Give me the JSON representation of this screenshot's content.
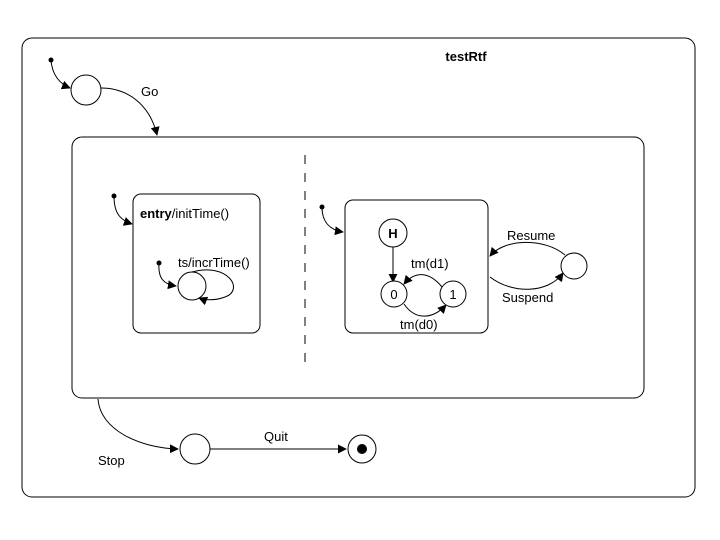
{
  "chart": {
    "title": "testRtf",
    "transitions": {
      "go": "Go",
      "stop": "Stop",
      "quit": "Quit",
      "resume": "Resume",
      "suspend": "Suspend",
      "ts_incr": "ts/incrTime()",
      "tm_d1": "tm(d1)",
      "tm_d0": "tm(d0)"
    },
    "states": {
      "time_entry_keyword": "entry",
      "time_entry_action": "/initTime()",
      "history": "H",
      "zero": "0",
      "one": "1"
    }
  }
}
